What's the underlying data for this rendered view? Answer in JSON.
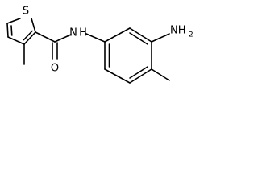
{
  "structure": {
    "atoms": {
      "sulfur": "S",
      "oxygen": "O",
      "amide_nitrogen": "N",
      "amide_hydrogen": "H",
      "amine_nitrogen": "NH",
      "amine_subscript": "2"
    }
  },
  "colors": {
    "bond": "#000000",
    "background": "#ffffff"
  }
}
